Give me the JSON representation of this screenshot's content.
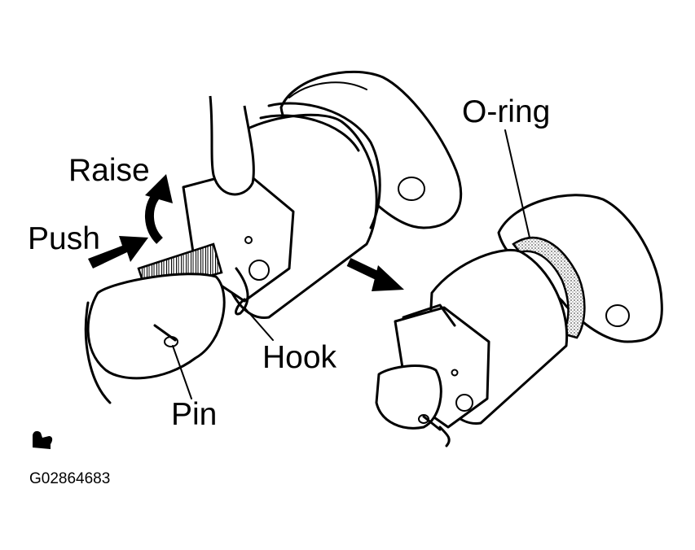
{
  "labels": {
    "raise": "Raise",
    "push": "Push",
    "hook": "Hook",
    "pin": "Pin",
    "o_ring": "O-ring"
  },
  "figure_code": "G02864683",
  "colors": {
    "ink": "#000000",
    "paper": "#ffffff",
    "oring_stipple": "#9a9a9a"
  }
}
